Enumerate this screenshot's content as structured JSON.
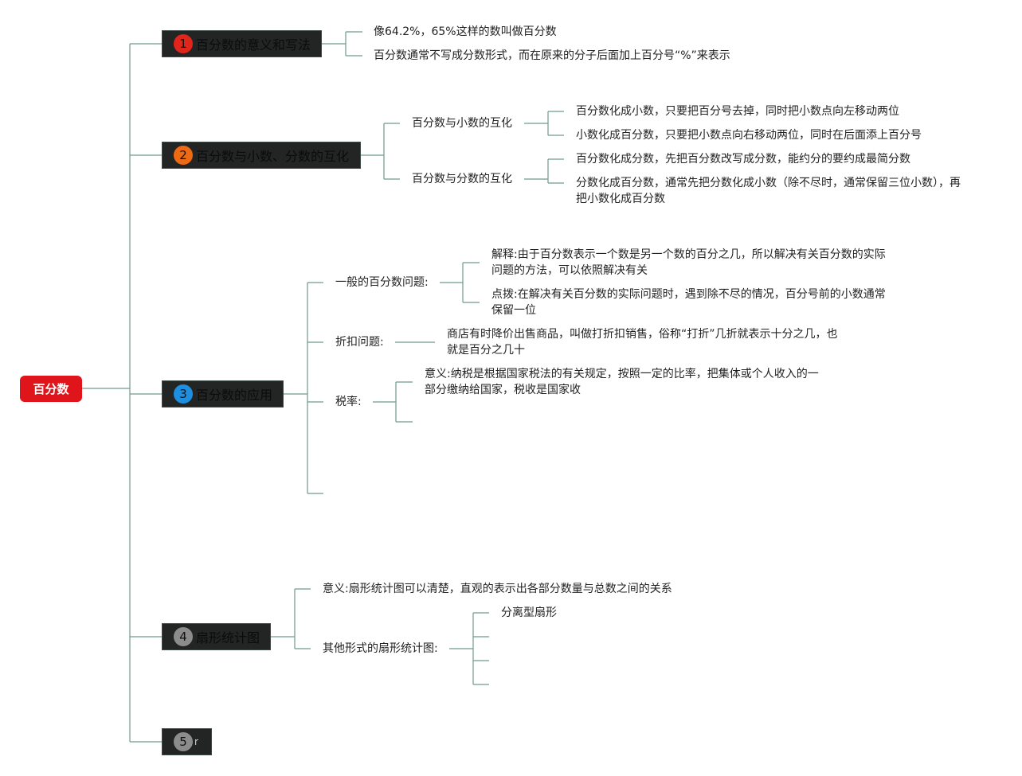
{
  "root": {
    "label": "百分数"
  },
  "colors": {
    "root_bg": "#e0141b",
    "branch_bg": "#222524",
    "line": "#6f9a8c",
    "badge_1": "#e0251b",
    "badge_2": "#ee6a12",
    "badge_3": "#1e8fe0",
    "badge_4": "#8c8c8c",
    "badge_5": "#8c8c8c"
  },
  "branches": [
    {
      "number": "1",
      "label": "百分数的意义和写法",
      "items": [
        "像64.2%，65%这样的数叫做百分数",
        "百分数通常不写成分数形式，而在原来的分子后面加上百分号“%”来表示"
      ]
    },
    {
      "number": "2",
      "label": "百分数与小数、分数的互化",
      "subs": [
        {
          "label": "百分数与小数的互化",
          "items": [
            "百分数化成小数，只要把百分号去掉，同时把小数点向左移动两位",
            "小数化成百分数，只要把小数点向右移动两位，同时在后面添上百分号"
          ]
        },
        {
          "label": "百分数与分数的互化",
          "items": [
            "百分数化成分数，先把百分数改写成分数，能约分的要约成最简分数",
            "分数化成百分数，通常先把分数化成小数（除不尽时，通常保留三位小数），再把小数化成百分数"
          ]
        }
      ]
    },
    {
      "number": "3",
      "label": "百分数的应用",
      "subs": [
        {
          "label": "一般的百分数问题:",
          "items": [
            "解释:由于百分数表示一个数是另一个数的百分之几，所以解决有关百分数的实际问题的方法，可以依照解决有关",
            "点拨:在解决有关百分数的实际问题时，遇到除不尽的情况，百分号前的小数通常保留一位"
          ]
        },
        {
          "label": "折扣问题:",
          "items": [
            "商店有时降价出售商品，叫做打折扣销售，俗称“打折”几折就表示十分之几，也就是百分之几十"
          ]
        },
        {
          "label": "税率:",
          "items": [
            "意义:纳税是根据国家税法的有关规定，按照一定的比率，把集体或个人收入的一部分缴纳给国家，税收是国家收"
          ]
        }
      ]
    },
    {
      "number": "4",
      "label": "扇形统计图",
      "items": [
        "意义:扇形统计图可以清楚，直观的表示出各部分数量与总数之间的关系"
      ],
      "subs": [
        {
          "label": "其他形式的扇形统计图:",
          "items": [
            "分离型扇形"
          ]
        }
      ]
    },
    {
      "number": "5",
      "label": "r"
    }
  ]
}
